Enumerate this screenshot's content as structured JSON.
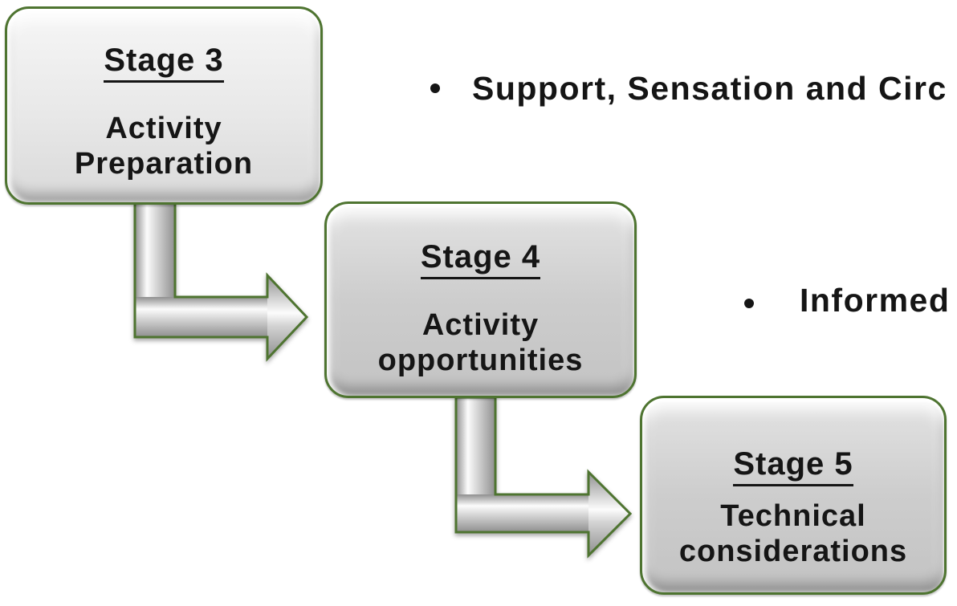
{
  "colors": {
    "bg": "#ffffff",
    "border_green": "#4e7430",
    "box_light": "#e8e8e8",
    "box_mid": "#cdcdcd",
    "text": "#151515",
    "arrow_dark": "#8f8f8f",
    "arrow_mid": "#d4d4d4",
    "arrow_light": "#fcfcfc"
  },
  "stages": [
    {
      "title": "Stage 3",
      "subtitle": "Activity\nPreparation"
    },
    {
      "title": "Stage 4",
      "subtitle": "Activity\nopportunities"
    },
    {
      "title": "Stage 5",
      "subtitle": "Technical\nconsiderations"
    }
  ],
  "bullets": [
    {
      "marker": "•",
      "text": "Support, Sensation and Circ"
    },
    {
      "marker": "•",
      "text": "Informed"
    }
  ]
}
